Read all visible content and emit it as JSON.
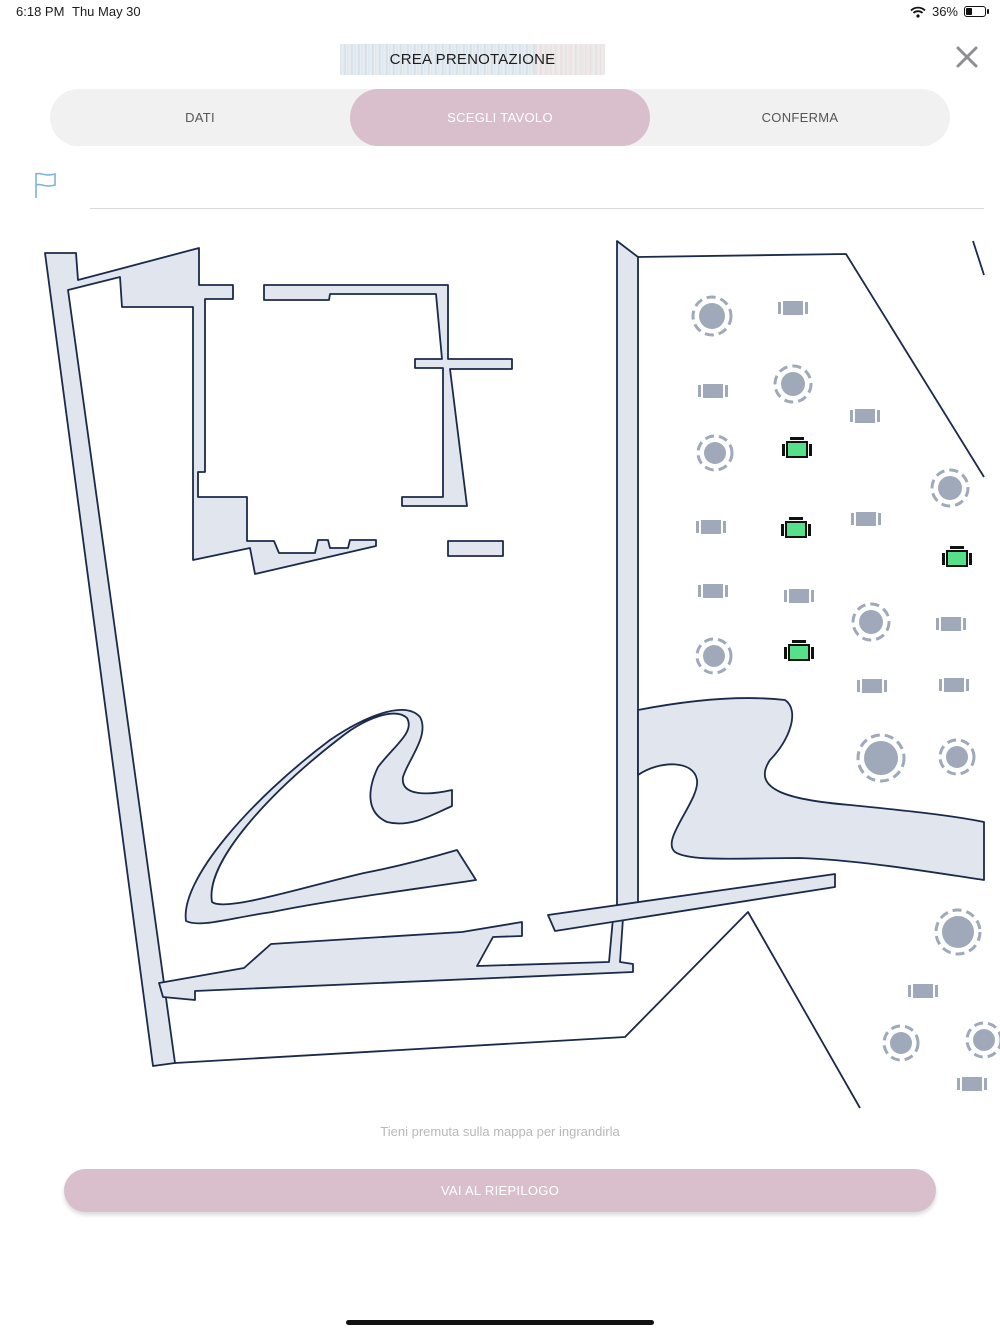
{
  "status": {
    "time": "6:18 PM",
    "date": "Thu May 30",
    "battery_percent": "36%",
    "battery_level": 0.36
  },
  "header": {
    "title": "CREA PRENOTAZIONE",
    "close_icon": "close-x-icon"
  },
  "steps": [
    {
      "label": "DATI",
      "active": false
    },
    {
      "label": "SCEGLI TAVOLO",
      "active": true
    },
    {
      "label": "CONFERMA",
      "active": false
    }
  ],
  "toolbar": {
    "flag_icon": "flag-icon"
  },
  "map": {
    "colors": {
      "wall_fill": "#e1e6ee",
      "wall_stroke": "#1b2a4a",
      "table": "#9fa9ba",
      "available_table": "#57e08a"
    }
  },
  "hint": "Tieni premuta sulla mappa per ingrandirla",
  "cta": {
    "label": "VAI AL RIEPILOGO"
  },
  "colors": {
    "accent": "#d8bfcb",
    "steps_bg": "#f1f1f1",
    "close": "#8e8e93",
    "flag": "#7fb4d6"
  }
}
